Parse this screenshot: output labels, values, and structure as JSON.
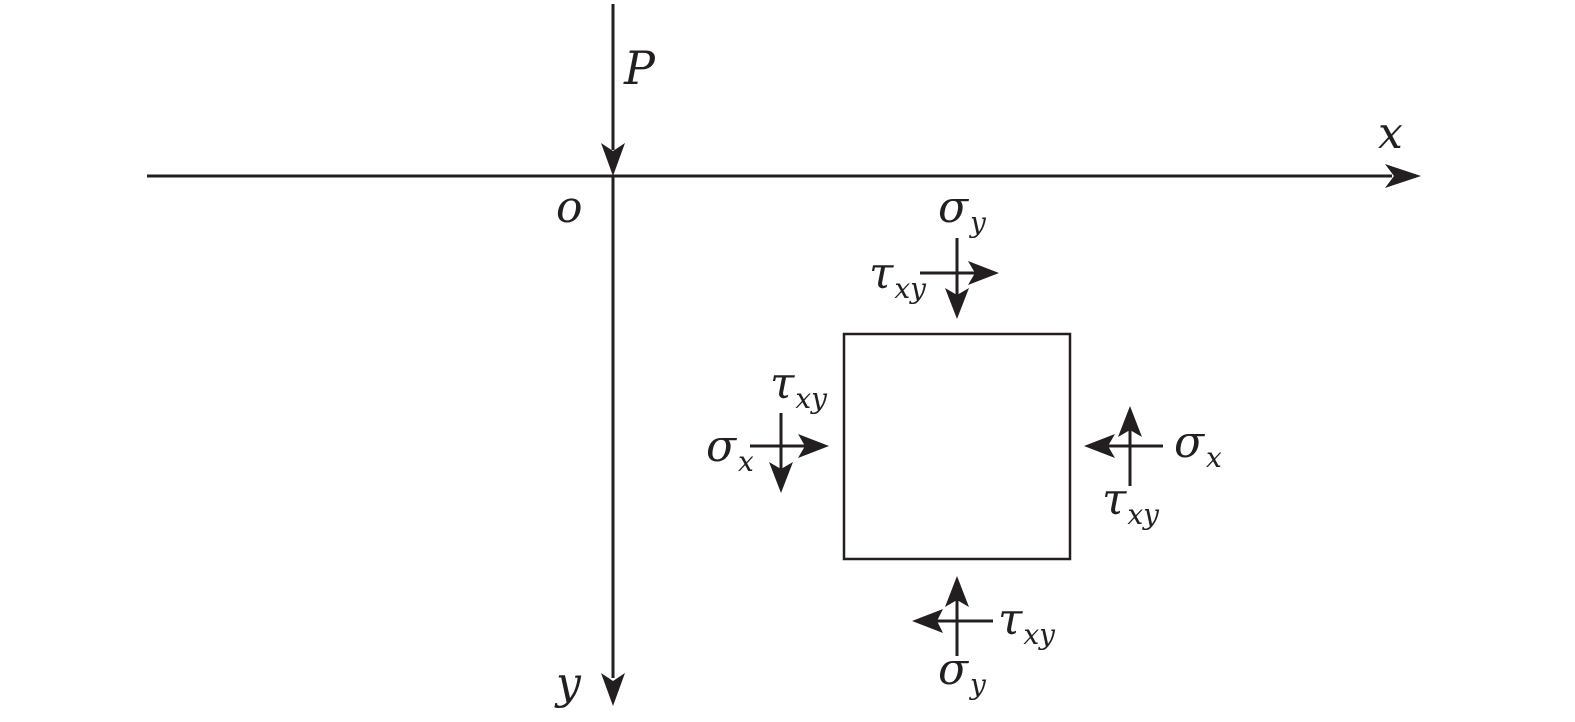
{
  "labels": {
    "load": "P",
    "origin": "o",
    "x_axis": "x",
    "y_axis": "y"
  },
  "stresses": {
    "normal_symbol": "σ",
    "shear_symbol": "τ",
    "x_sub": "x",
    "y_sub": "y",
    "shear_sub": "xy"
  },
  "colors": {
    "ink": "#231f20",
    "background": "#ffffff"
  }
}
